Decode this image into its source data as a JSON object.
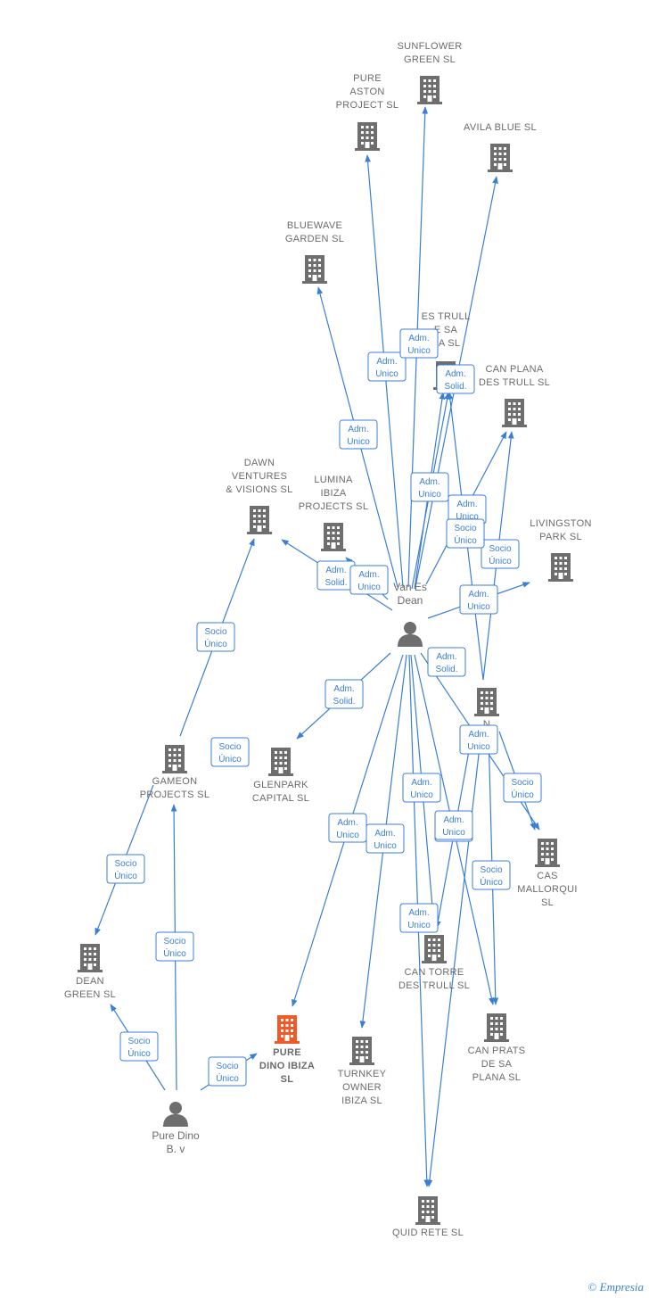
{
  "colors": {
    "edge": "#3b7fd4",
    "building": "#6e6e6e",
    "focus": "#f05a28",
    "person": "#6e6e6e"
  },
  "brand": {
    "copyright": "©",
    "name": "Empresia"
  },
  "nodes": [
    {
      "id": "sunflower",
      "type": "company",
      "lines": [
        "SUNFLOWER",
        "GREEN SL"
      ]
    },
    {
      "id": "pureaston",
      "type": "company",
      "lines": [
        "PURE",
        "ASTON",
        "PROJECT SL"
      ]
    },
    {
      "id": "avila",
      "type": "company",
      "lines": [
        "AVILA BLUE SL"
      ]
    },
    {
      "id": "bluewave",
      "type": "company",
      "lines": [
        "BLUEWAVE",
        "GARDEN SL"
      ]
    },
    {
      "id": "estrull",
      "type": "company",
      "lines": [
        "ES TRULL",
        "E SA",
        "NA SL"
      ]
    },
    {
      "id": "canplana",
      "type": "company",
      "lines": [
        "CAN PLANA",
        "DES TRULL SL"
      ]
    },
    {
      "id": "dawn",
      "type": "company",
      "lines": [
        "DAWN",
        "VENTURES",
        "& VISIONS SL"
      ]
    },
    {
      "id": "lumina",
      "type": "company",
      "lines": [
        "LUMINA",
        "IBIZA",
        "PROJECTS SL"
      ]
    },
    {
      "id": "livingston",
      "type": "company",
      "lines": [
        "LIVINGSTON",
        "PARK SL"
      ]
    },
    {
      "id": "vanesdean",
      "type": "person",
      "lines": [
        "Van Es",
        "Dean"
      ]
    },
    {
      "id": "midco",
      "type": "company",
      "lines": [
        "N",
        "SL"
      ]
    },
    {
      "id": "gameon",
      "type": "company",
      "lines": [
        "GAMEON",
        "PROJECTS SL"
      ]
    },
    {
      "id": "glenpark",
      "type": "company",
      "lines": [
        "GLENPARK",
        "CAPITAL SL"
      ]
    },
    {
      "id": "casmallorqui",
      "type": "company",
      "lines": [
        "CAS",
        "MALLORQUI",
        "SL"
      ]
    },
    {
      "id": "deangreen",
      "type": "company",
      "lines": [
        "DEAN",
        "GREEN SL"
      ]
    },
    {
      "id": "cantorre",
      "type": "company",
      "lines": [
        "CAN TORRE",
        "DES TRULL SL"
      ]
    },
    {
      "id": "canprats",
      "type": "company",
      "lines": [
        "CAN PRATS",
        "DE SA",
        "PLANA SL"
      ]
    },
    {
      "id": "puredino",
      "type": "focus",
      "lines": [
        "PURE",
        "DINO IBIZA",
        "SL"
      ]
    },
    {
      "id": "turnkey",
      "type": "company",
      "lines": [
        "TURNKEY",
        "OWNER",
        "IBIZA SL"
      ]
    },
    {
      "id": "puredinobv",
      "type": "person",
      "lines": [
        "Pure Dino",
        "B. v"
      ]
    },
    {
      "id": "quidrete",
      "type": "company",
      "lines": [
        "QUID RETE SL"
      ]
    }
  ],
  "edges": [
    {
      "from": "vanesdean",
      "to": "sunflower",
      "label": [
        "Adm.",
        "Unico"
      ]
    },
    {
      "from": "vanesdean",
      "to": "pureaston",
      "label": [
        "Adm.",
        "Unico"
      ]
    },
    {
      "from": "vanesdean",
      "to": "avila",
      "label": [
        "Adm.",
        "Unico"
      ]
    },
    {
      "from": "vanesdean",
      "to": "bluewave",
      "label": [
        "Adm.",
        "Unico"
      ]
    },
    {
      "from": "vanesdean",
      "to": "estrull",
      "label": [
        "Adm.",
        "Solid."
      ]
    },
    {
      "from": "vanesdean",
      "to": "estrull",
      "label": [
        "Adm.",
        "Unico"
      ]
    },
    {
      "from": "vanesdean",
      "to": "canplana",
      "label": [
        "Adm.",
        "Unico"
      ]
    },
    {
      "from": "vanesdean",
      "to": "dawn",
      "label": [
        "Adm.",
        "Solid."
      ]
    },
    {
      "from": "vanesdean",
      "to": "lumina",
      "label": [
        "Adm.",
        "Unico"
      ]
    },
    {
      "from": "vanesdean",
      "to": "livingston",
      "label": [
        "Adm.",
        "Unico"
      ]
    },
    {
      "from": "vanesdean",
      "to": "glenpark",
      "label": [
        "Adm.",
        "Solid."
      ]
    },
    {
      "from": "vanesdean",
      "to": "casmallorqui",
      "label": [
        "Adm.",
        "Solid."
      ]
    },
    {
      "from": "vanesdean",
      "to": "cantorre",
      "label": [
        "Adm.",
        "Unico"
      ]
    },
    {
      "from": "vanesdean",
      "to": "canprats",
      "label": [
        "Adm.",
        "Unico"
      ]
    },
    {
      "from": "vanesdean",
      "to": "puredino",
      "label": [
        "Adm.",
        "Unico"
      ]
    },
    {
      "from": "vanesdean",
      "to": "turnkey",
      "label": [
        "Adm.",
        "Unico"
      ]
    },
    {
      "from": "vanesdean",
      "to": "quidrete",
      "label": [
        "Adm.",
        "Unico"
      ]
    },
    {
      "from": "midco",
      "to": "canplana",
      "label": [
        "Socio",
        "Único"
      ]
    },
    {
      "from": "midco",
      "to": "estrull",
      "label": [
        "Socio",
        "Único"
      ]
    },
    {
      "from": "midco",
      "to": "casmallorqui",
      "label": [
        "Socio",
        "Único"
      ]
    },
    {
      "from": "midco",
      "to": "canprats",
      "label": [
        "Socio",
        "Único"
      ]
    },
    {
      "from": "midco",
      "to": "cantorre",
      "label": [
        "Adm.",
        "Unico"
      ]
    },
    {
      "from": "midco",
      "to": "quidrete",
      "label": [
        "Adm.",
        "Unico"
      ]
    },
    {
      "from": "gameon",
      "to": "dawn",
      "label": [
        "Socio",
        "Único"
      ]
    },
    {
      "from": "gameon",
      "to": "deangreen",
      "label": [
        "Socio",
        "Único"
      ]
    },
    {
      "from": "puredinobv",
      "to": "gameon",
      "label": [
        "Socio",
        "Único"
      ]
    },
    {
      "from": "puredinobv",
      "to": "deangreen",
      "label": [
        "Socio",
        "Único"
      ]
    },
    {
      "from": "puredinobv",
      "to": "puredino",
      "label": [
        "Socio",
        "Único"
      ]
    },
    {
      "from": "glenpark",
      "to": "glenpark",
      "label": [
        "Socio",
        "Único"
      ]
    }
  ]
}
